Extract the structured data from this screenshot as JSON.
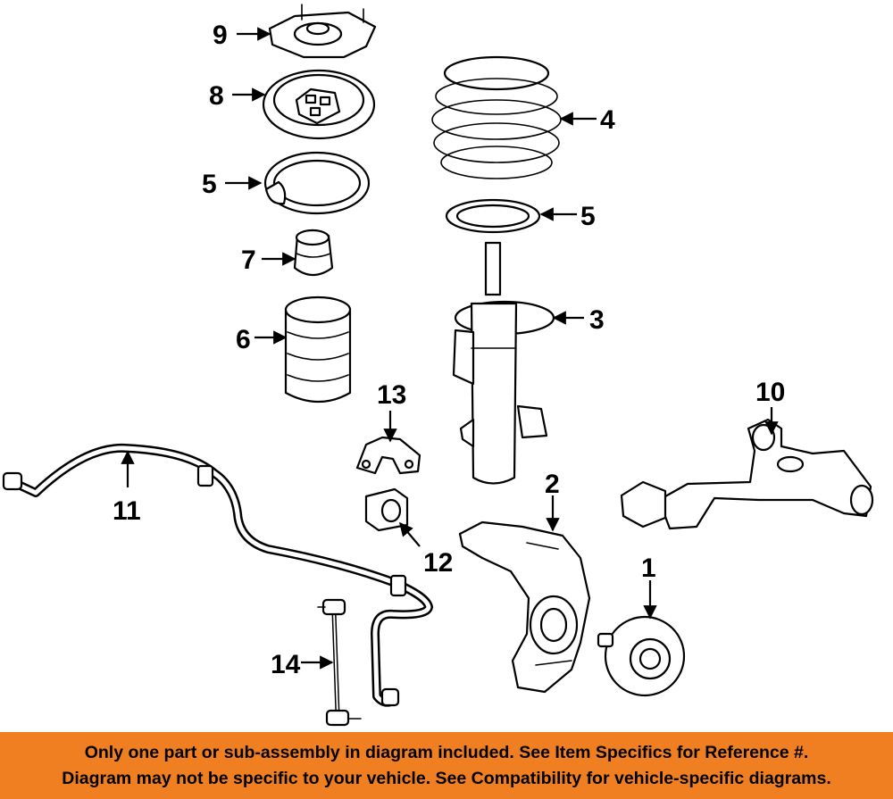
{
  "callouts": [
    "1",
    "2",
    "3",
    "4",
    "5",
    "5",
    "6",
    "7",
    "8",
    "9",
    "10",
    "11",
    "12",
    "13",
    "14"
  ],
  "footer": {
    "line1": "Only one part or sub-assembly in diagram included. See Item Specifics for Reference #.",
    "line2": "Diagram may not be specific to your vehicle. See Compatibility for vehicle-specific diagrams."
  },
  "colors": {
    "banner": "#f07f22",
    "ink": "#000000",
    "background": "#ffffff"
  }
}
